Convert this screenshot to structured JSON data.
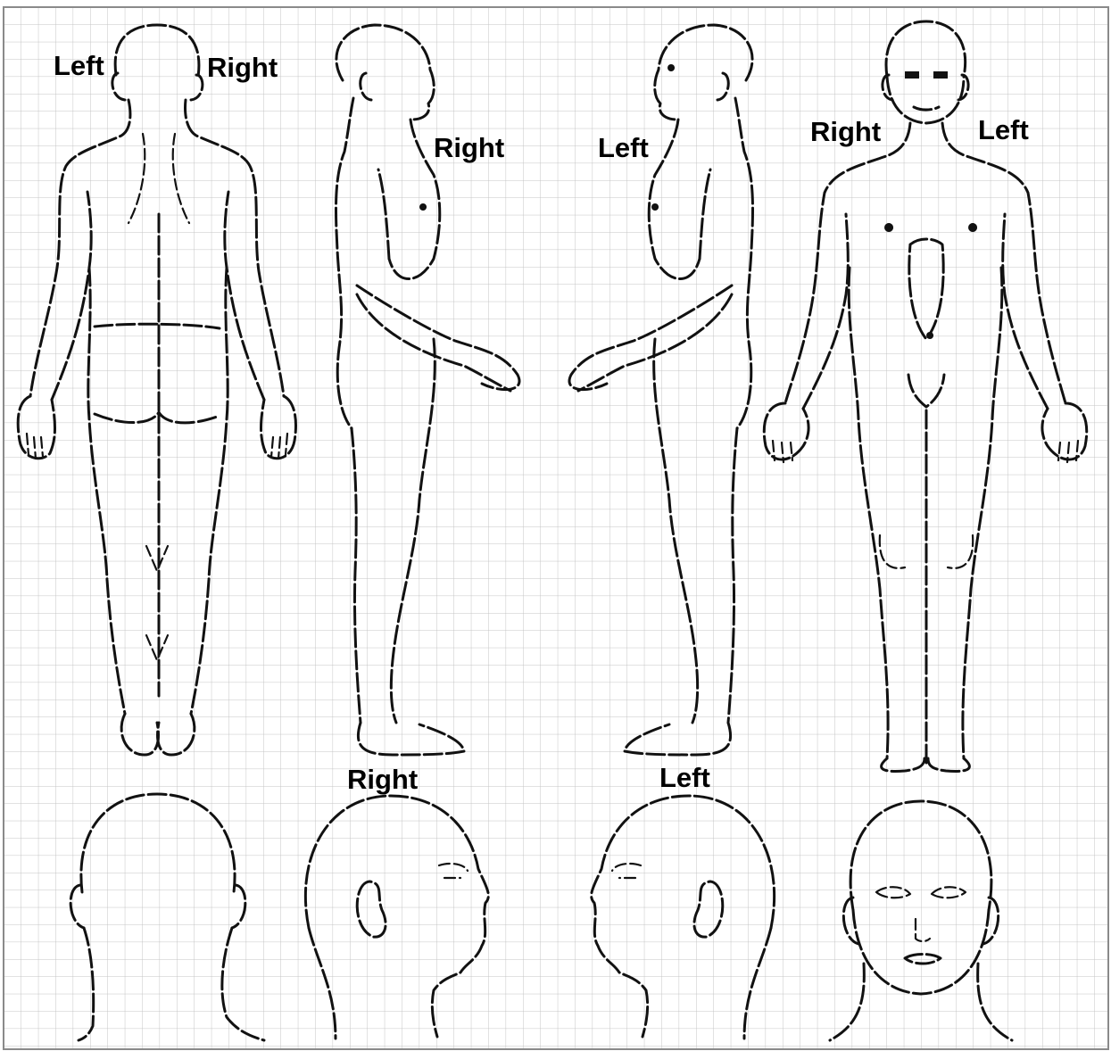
{
  "figure_labels": {
    "back_full_left": "Left",
    "back_full_right": "Right",
    "side_right_full": "Right",
    "side_left_full": "Left",
    "front_full_right": "Right",
    "front_full_left": "Left",
    "side_right_head": "Right",
    "side_left_head": "Left"
  },
  "colors": {
    "grid_line": "#c4c4c4",
    "outline": "#111111",
    "border": "#8a8a8a",
    "background": "#ffffff"
  }
}
